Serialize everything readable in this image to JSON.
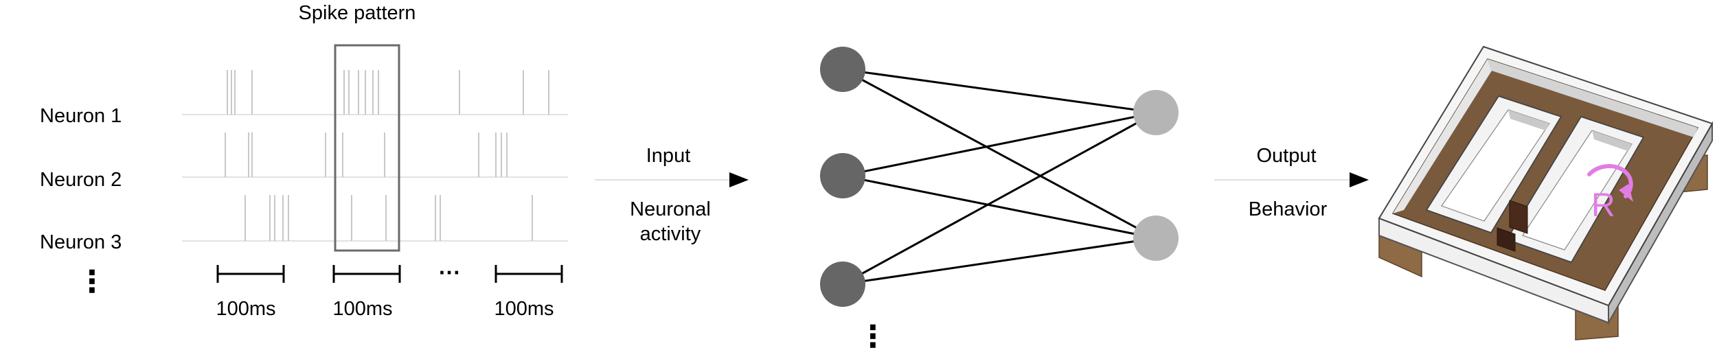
{
  "spike_panel": {
    "title": "Spike pattern",
    "neurons": [
      "Neuron 1",
      "Neuron 2",
      "Neuron 3"
    ],
    "more_neurons": "⋮",
    "more_windows": "···",
    "window_labels": [
      "100ms",
      "100ms",
      "100ms"
    ]
  },
  "input_arrow": {
    "top_label": "Input",
    "bottom_line1": "Neuronal",
    "bottom_line2": "activity"
  },
  "network": {
    "more_nodes": "⋮"
  },
  "output_arrow": {
    "top_label": "Output",
    "bottom_label": "Behavior"
  },
  "maze": {
    "reward_label": "R"
  },
  "colors": {
    "spike": "#c8c8c8",
    "baseline": "#e2e2e2",
    "input_node": "#666666",
    "output_node": "#b5b5b5",
    "wood": "#7a5a3c",
    "reward": "#e27de6"
  }
}
